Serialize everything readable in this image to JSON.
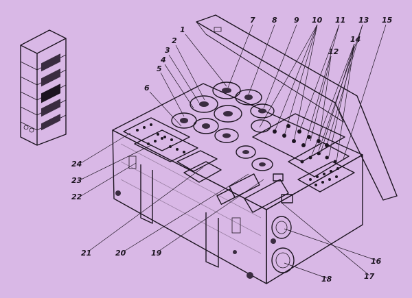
{
  "colors": {
    "paper": "#d9b8e6",
    "ink": "#1c1420",
    "shade": "#b792c4",
    "dark": "#3a2c40"
  },
  "callouts": {
    "c1": "1",
    "c2": "2",
    "c3": "3",
    "c4": "4",
    "c5": "5",
    "c6": "6",
    "c7": "7",
    "c8": "8",
    "c9": "9",
    "c10": "10",
    "c11": "11",
    "c12": "12",
    "c13": "13",
    "c14": "14",
    "c15": "15",
    "c16": "16",
    "c17": "17",
    "c18": "18",
    "c19": "19",
    "c20": "20",
    "c21": "21",
    "c22": "22",
    "c23": "23",
    "c24": "24"
  }
}
